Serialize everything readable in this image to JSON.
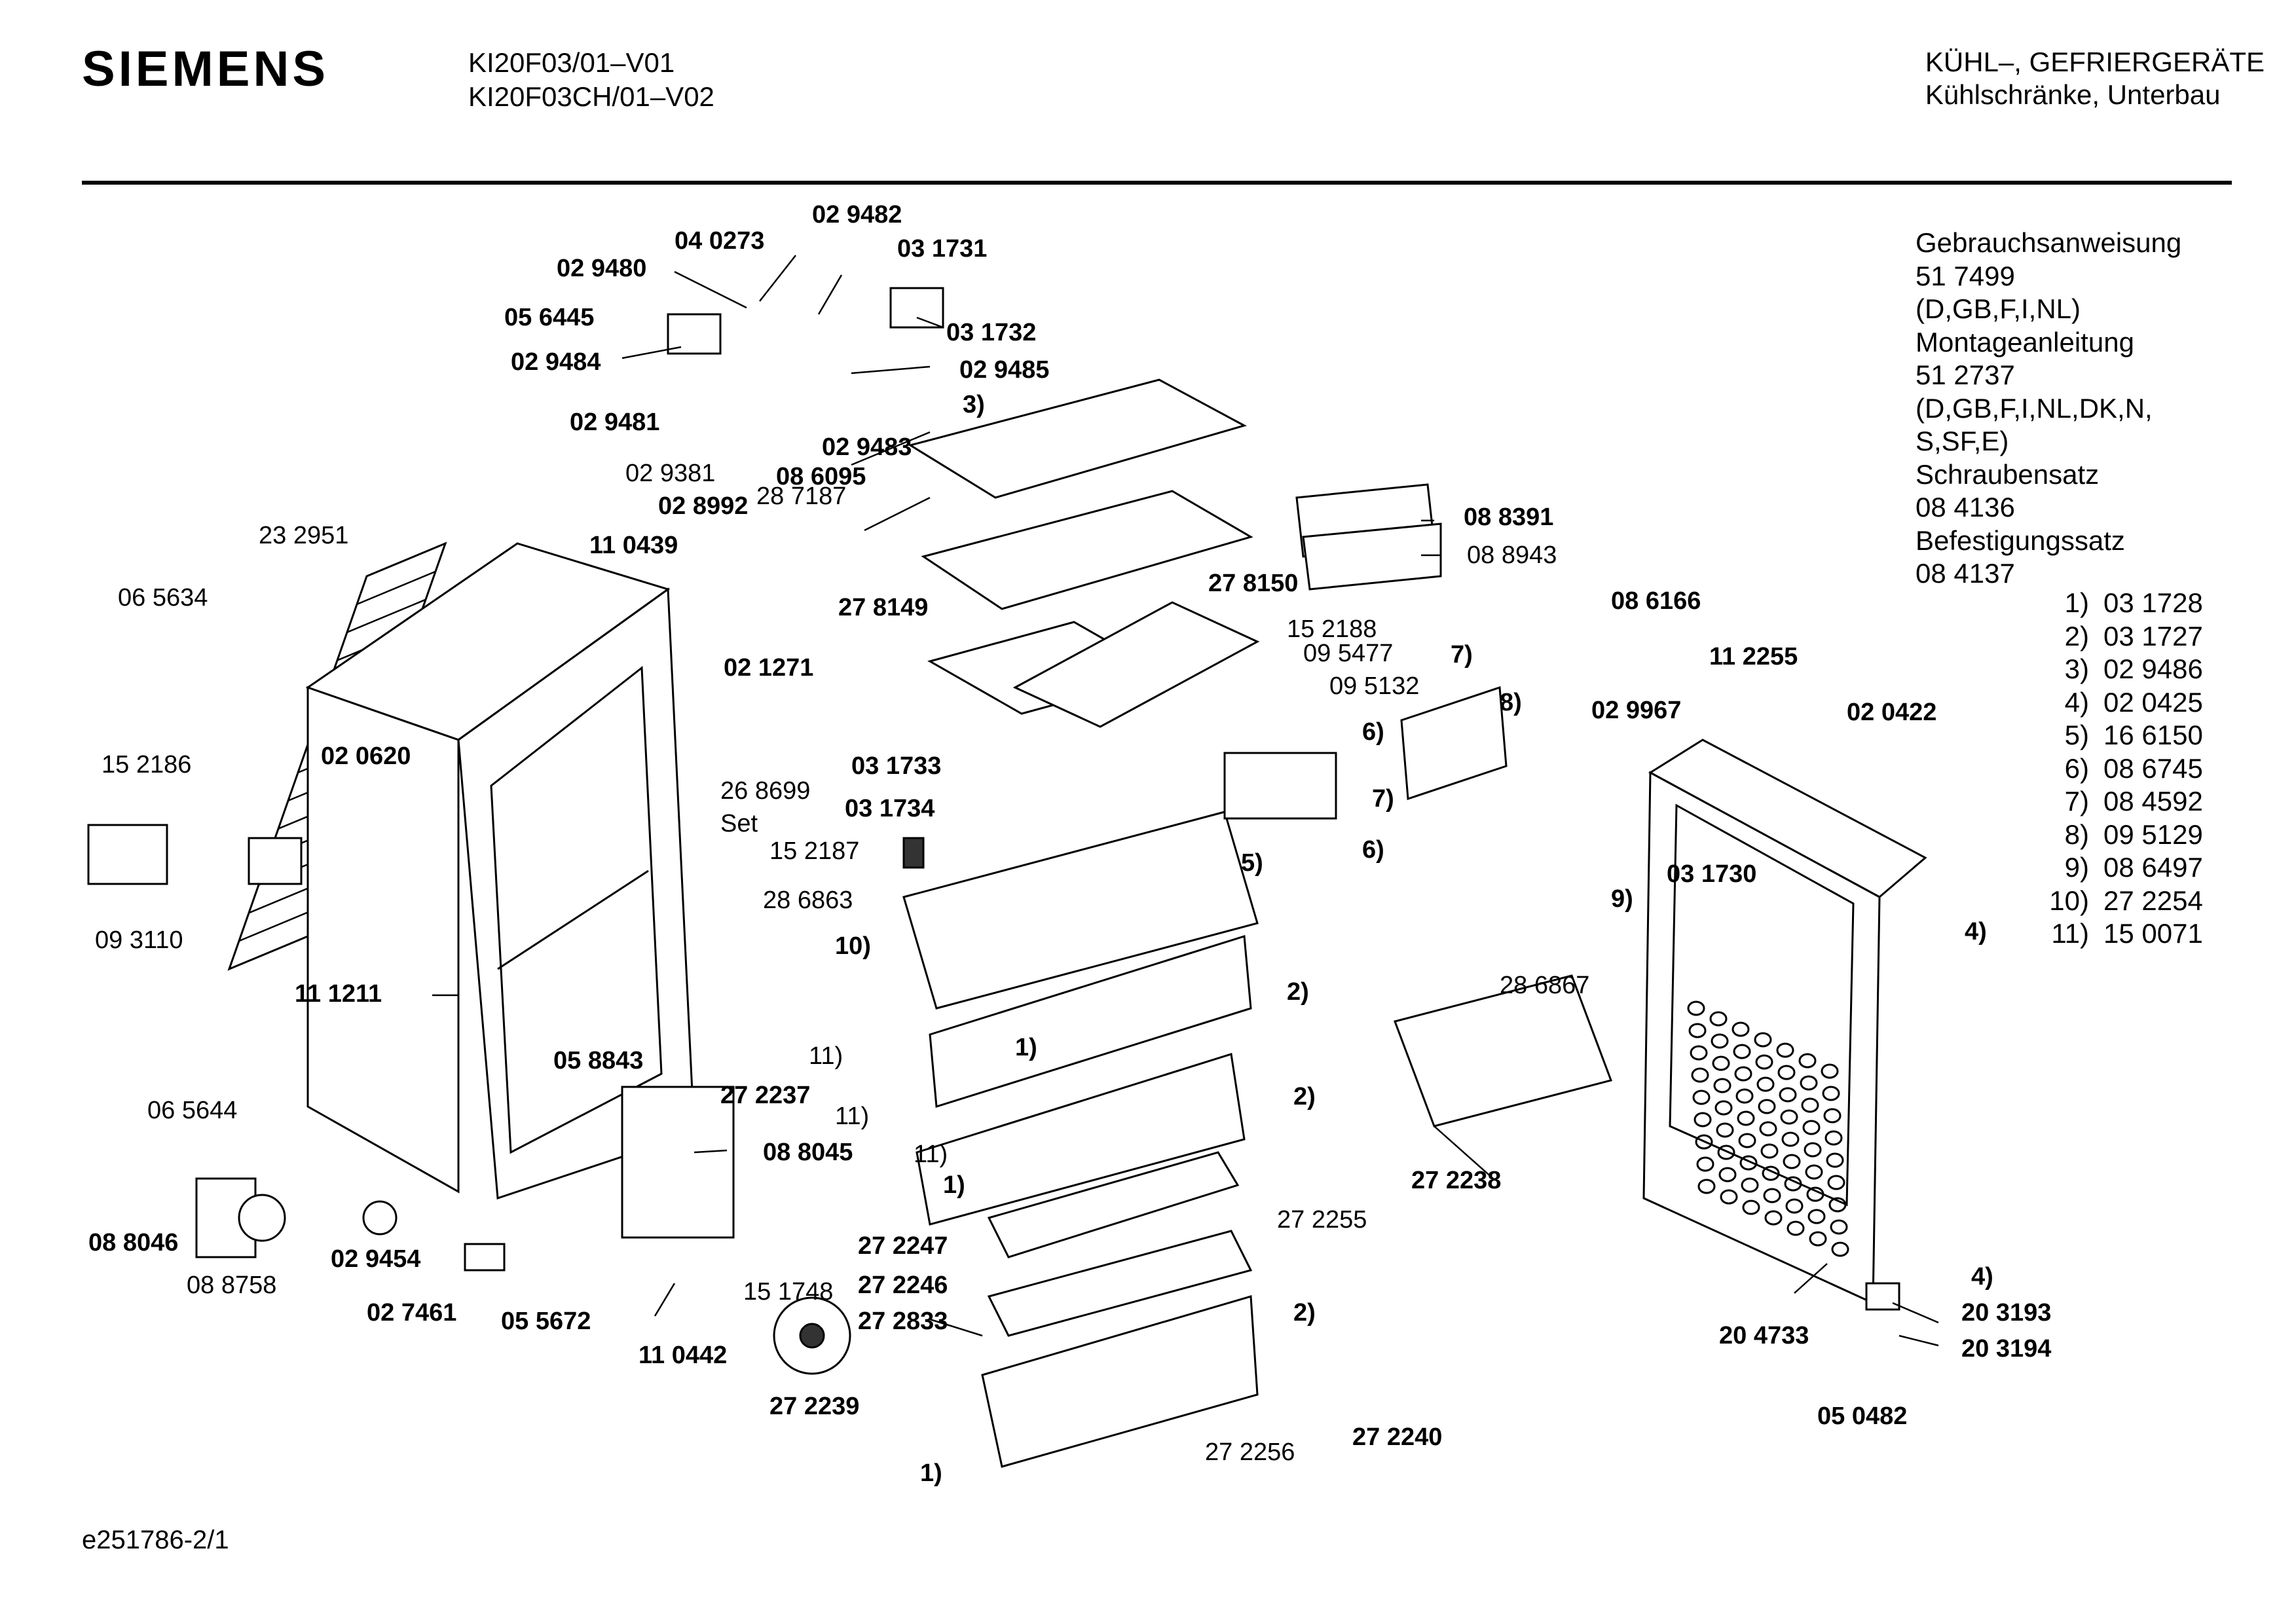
{
  "header": {
    "brand": "SIEMENS",
    "model_lines": [
      "KI20F03/01–V01",
      "KI20F03CH/01–V02"
    ],
    "category_lines": [
      "KÜHL–, GEFRIERGERÄTE",
      "Kühlschränke, Unterbau"
    ]
  },
  "side_info": [
    "Gebrauchsanweisung",
    "51 7499",
    "(D,GB,F,I,NL)",
    "Montageanleitung",
    "51 2737",
    "(D,GB,F,I,NL,DK,N,",
    "S,SF,E)",
    "Schraubensatz",
    "08 4136",
    "Befestigungssatz",
    "08 4137"
  ],
  "footnotes": [
    {
      "key": "1)",
      "value": "03 1728"
    },
    {
      "key": "2)",
      "value": "03 1727"
    },
    {
      "key": "3)",
      "value": "02 9486"
    },
    {
      "key": "4)",
      "value": "02 0425"
    },
    {
      "key": "5)",
      "value": "16 6150"
    },
    {
      "key": "6)",
      "value": "08 6745"
    },
    {
      "key": "7)",
      "value": "08 4592"
    },
    {
      "key": "8)",
      "value": "09 5129"
    },
    {
      "key": "9)",
      "value": "08 6497"
    },
    {
      "key": "10)",
      "value": "27 2254"
    },
    {
      "key": "11)",
      "value": "15 0071"
    }
  ],
  "doc_number": "e251786-2/1",
  "part_labels": {
    "p029482": "02 9482",
    "p040273": "04 0273",
    "p031731": "03 1731",
    "p029480": "02 9480",
    "p056445": "05 6445",
    "p031732": "03 1732",
    "p029484": "02 9484",
    "p029485": "02 9485",
    "n3_top": "3)",
    "p029481": "02 9481",
    "p029483": "02 9483",
    "p029381": "02 9381",
    "p086095": "08 6095",
    "p028992": "02 8992",
    "p287187": "28 7187",
    "p088391": "08 8391",
    "p088943": "08 8943",
    "p232951": "23 2951",
    "p110439": "11 0439",
    "p065634": "06 5634",
    "p278149": "27 8149",
    "p278150": "27 8150",
    "p152188": "15 2188",
    "p095477": "09 5477",
    "p095132": "09 5132",
    "p086166": "08 6166",
    "p112255": "11 2255",
    "p021271": "02 1271",
    "n7_a": "7)",
    "n8": "8)",
    "p029967": "02 9967",
    "p020422": "02 0422",
    "p152186": "15 2186",
    "p020620": "02 0620",
    "p268699": "26 8699",
    "set": "Set",
    "p031733": "03 1733",
    "n6_a": "6)",
    "p031734": "03 1734",
    "p152187": "15 2187",
    "n7_b": "7)",
    "p031730": "03 1730",
    "n5": "5)",
    "n6_b": "6)",
    "n9": "9)",
    "n4_top": "4)",
    "p286863": "28 6863",
    "p093110": "09 3110",
    "n10": "10)",
    "p111211": "11 1211",
    "p286867": "28 6867",
    "n2_a": "2)",
    "n1_a": "1)",
    "n11_a": "11)",
    "p058843": "05 8843",
    "p272237": "27 2237",
    "n2_b": "2)",
    "n11_b": "11)",
    "p065644": "06 5644",
    "p088045": "08 8045",
    "n11_c": "11)",
    "p272238": "27 2238",
    "n1_b": "1)",
    "p272255": "27 2255",
    "p088046": "08 8046",
    "p029454": "02 9454",
    "p272247": "27 2247",
    "p088758": "08 8758",
    "p272246": "27 2246",
    "n4_bot": "4)",
    "p151748": "15 1748",
    "p203193": "20 3193",
    "p027461": "02 7461",
    "p055672": "05 5672",
    "p272833": "27 2833",
    "n2_c": "2)",
    "p204733": "20 4733",
    "p203194": "20 3194",
    "p110442": "11 0442",
    "p272239": "27 2239",
    "p050482": "05 0482",
    "p272240": "27 2240",
    "p272256": "27 2256",
    "n1_c": "1)"
  }
}
